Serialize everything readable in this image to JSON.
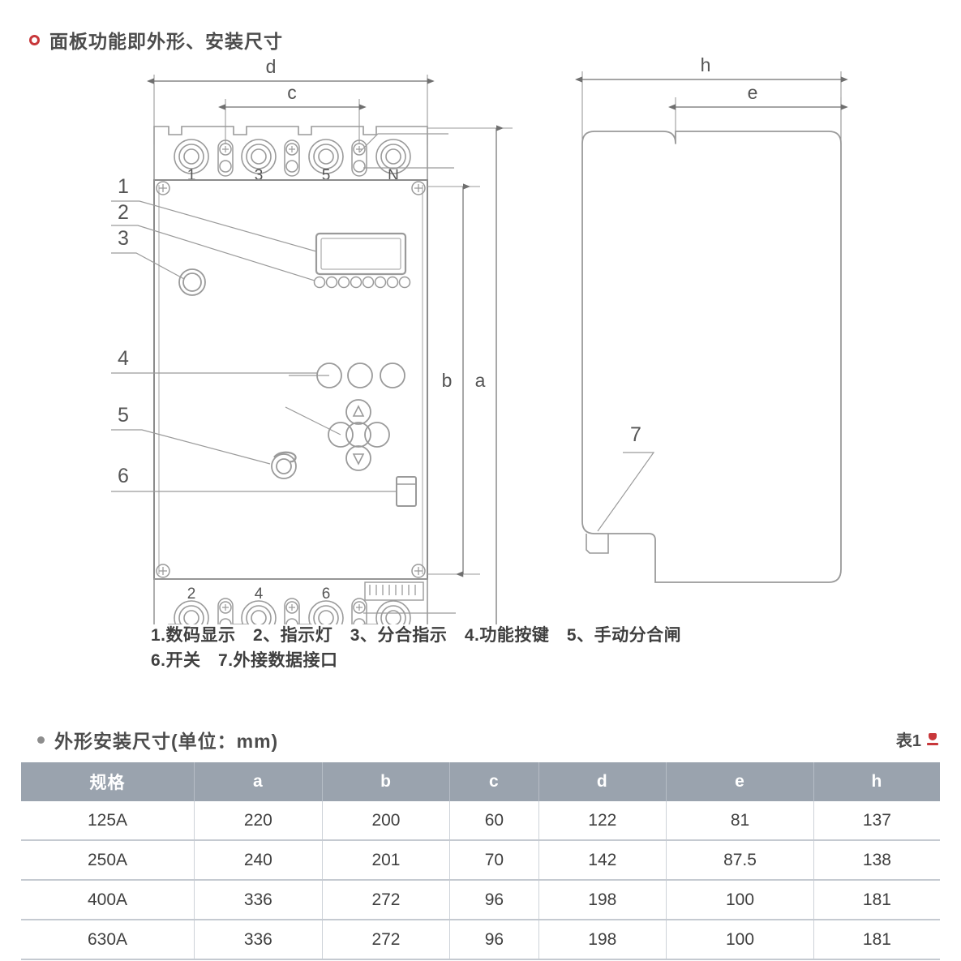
{
  "heading": {
    "panel_title": "面板功能即外形、安装尺寸",
    "table_title": "外形安装尺寸(单位：mm)",
    "table_tag": "表1"
  },
  "diagram": {
    "front_view": {
      "dimension_labels": {
        "d": "d",
        "c": "c",
        "a": "a",
        "b": "b"
      },
      "top_terminals": [
        "1",
        "3",
        "5",
        "N"
      ],
      "bottom_terminals": [
        "2",
        "4",
        "6"
      ],
      "callouts": [
        "1",
        "2",
        "3",
        "4",
        "5",
        "6"
      ]
    },
    "side_view": {
      "dimension_labels": {
        "h": "h",
        "e": "e"
      },
      "callouts": [
        "7"
      ]
    }
  },
  "legend": {
    "line1": "1.数码显示　2、指示灯　3、分合指示　4.功能按键　5、手动分合闸",
    "line2": "6.开关　7.外接数据接口"
  },
  "table": {
    "columns": [
      "规格",
      "a",
      "b",
      "c",
      "d",
      "e",
      "h"
    ],
    "rows": [
      {
        "spec": "125A",
        "a": "220",
        "b": "200",
        "c": "60",
        "d": "122",
        "e": "81",
        "h": "137"
      },
      {
        "spec": "250A",
        "a": "240",
        "b": "201",
        "c": "70",
        "d": "142",
        "e": "87.5",
        "h": "138"
      },
      {
        "spec": "400A",
        "a": "336",
        "b": "272",
        "c": "96",
        "d": "198",
        "e": "100",
        "h": "181"
      },
      {
        "spec": "630A",
        "a": "336",
        "b": "272",
        "c": "96",
        "d": "198",
        "e": "100",
        "h": "181"
      }
    ]
  },
  "colors": {
    "accent_red": "#c8373a",
    "header_gray": "#9aa3ae",
    "line_gray": "#8c8c8c",
    "text": "#3f3f3f"
  }
}
